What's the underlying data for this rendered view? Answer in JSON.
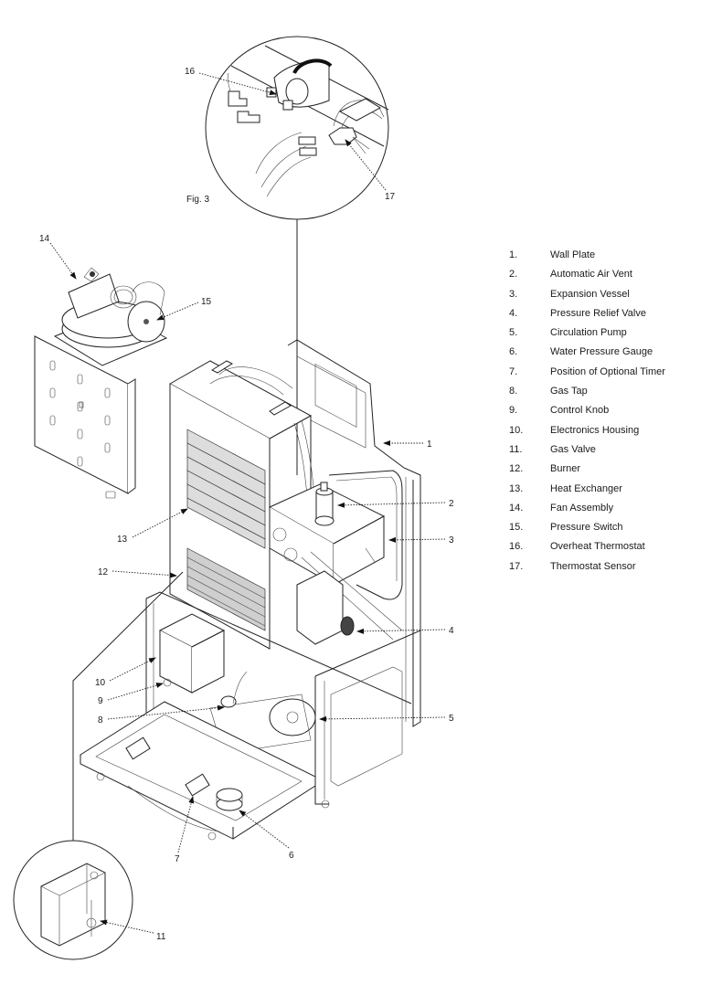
{
  "figure": {
    "label": "Fig. 3"
  },
  "legend": [
    {
      "num": "1.",
      "text": "Wall Plate"
    },
    {
      "num": "2.",
      "text": "Automatic Air Vent"
    },
    {
      "num": "3.",
      "text": "Expansion Vessel"
    },
    {
      "num": "4.",
      "text": "Pressure Relief Valve"
    },
    {
      "num": "5.",
      "text": "Circulation Pump"
    },
    {
      "num": "6.",
      "text": "Water Pressure Gauge"
    },
    {
      "num": "7.",
      "text": "Position of Optional Timer"
    },
    {
      "num": "8.",
      "text": "Gas Tap"
    },
    {
      "num": "9.",
      "text": "Control Knob"
    },
    {
      "num": "10.",
      "text": "Electronics Housing"
    },
    {
      "num": "11.",
      "text": "Gas Valve"
    },
    {
      "num": "12.",
      "text": "Burner"
    },
    {
      "num": "13.",
      "text": "Heat Exchanger"
    },
    {
      "num": "14.",
      "text": "Fan Assembly"
    },
    {
      "num": "15.",
      "text": "Pressure Switch"
    },
    {
      "num": "16.",
      "text": "Overheat Thermostat"
    },
    {
      "num": "17.",
      "text": "Thermostat Sensor"
    }
  ],
  "callouts": {
    "c1": "1",
    "c2": "2",
    "c3": "3",
    "c4": "4",
    "c5": "5",
    "c6": "6",
    "c7": "7",
    "c8": "8",
    "c9": "9",
    "c10": "10",
    "c11": "11",
    "c12": "12",
    "c13": "13",
    "c14": "14",
    "c15": "15",
    "c16": "16",
    "c17": "17"
  }
}
